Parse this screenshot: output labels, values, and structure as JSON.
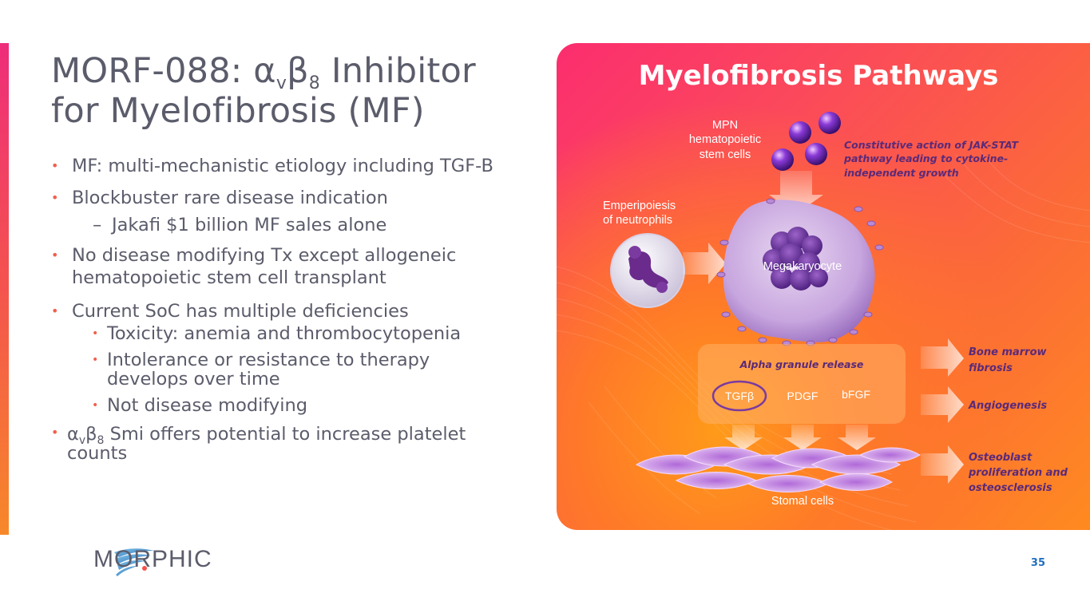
{
  "slide": {
    "title_part1": "MORF-088: α",
    "title_sub1": "v",
    "title_part2": "β",
    "title_sub2": "8",
    "title_part3": " Inhibitor",
    "title_line2": "for Myelofibrosis (MF)",
    "bullets": {
      "b1": "MF: multi-mechanistic etiology including TGF-B",
      "b2": "Blockbuster rare disease indication",
      "b2_sub": "Jakafi $1 billion MF sales alone",
      "b3": "No disease modifying Tx except allogeneic hematopoietic stem cell transplant",
      "b4": "Current SoC has multiple deficiencies",
      "b4_subs": [
        "Toxicity: anemia and thrombocytopenia",
        "Intolerance or resistance to therapy develops over time",
        "Not disease modifying"
      ],
      "b5_a": "α",
      "b5_sub1": "v",
      "b5_b": "β",
      "b5_sub2": "8",
      "b5_c": " Smi offers potential to increase platelet counts"
    },
    "bullet_glyph": "•",
    "dash_glyph": "–",
    "page_number": "35"
  },
  "logo": {
    "text": "MORPHIC",
    "icon": "morphic-swoosh-icon"
  },
  "figure": {
    "title": "Myelofibrosis Pathways",
    "labels": {
      "mpn": [
        "MPN",
        "hematopoietic",
        "stem cells"
      ],
      "jak_stat": [
        "Constitutive action of JAK-STAT",
        "pathway leading to cytokine-",
        "independent growth"
      ],
      "emperipoiesis": [
        "Emperipoiesis",
        "of neutrophils"
      ],
      "megakaryocyte": "Megakaryocyte",
      "alpha_granule": "Alpha granule release",
      "tgfb": "TGFβ",
      "pdgf": "PDGF",
      "bfgf": "bFGF",
      "bone_marrow": [
        "Bone marrow",
        "fibrosis"
      ],
      "angiogenesis": "Angiogenesis",
      "osteoblast": [
        "Osteoblast",
        "proliferation and",
        "osteosclerosis"
      ],
      "stomal": "Stomal cells"
    }
  },
  "colors": {
    "text_gray": "#5b5c6b",
    "bullet_accent": "#f0604d",
    "panel_pink": "#fb2d6f",
    "panel_orange": "#ff8a20",
    "cell_purple": "#7a4a9e",
    "label_purple": "#5a2a7a",
    "page_number_blue": "#1f6fbf"
  }
}
